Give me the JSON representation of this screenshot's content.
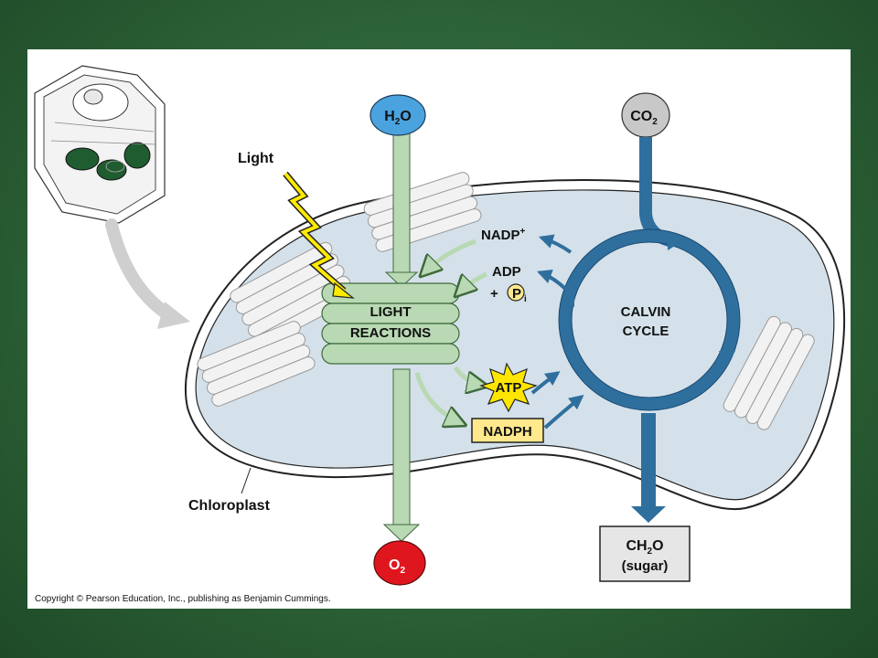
{
  "labels": {
    "light": "Light",
    "water": "H",
    "water_sub": "2",
    "water_end": "O",
    "co2": "CO",
    "co2_sub": "2",
    "nadp": "NADP",
    "nadp_sup": "+",
    "adp": "ADP",
    "pi_plus": "+",
    "pi_letter": "P",
    "pi_sub": "i",
    "light_reactions_1": "LIGHT",
    "light_reactions_2": "REACTIONS",
    "calvin_1": "CALVIN",
    "calvin_2": "CYCLE",
    "atp": "ATP",
    "nadph": "NADPH",
    "oxygen": "O",
    "oxygen_sub": "2",
    "sugar_1": "CH",
    "sugar_sub": "2",
    "sugar_end": "O",
    "sugar_2": "(sugar)",
    "chloroplast": "Chloroplast"
  },
  "copyright": "Copyright © Pearson Education, Inc., publishing as Benjamin Cummings.",
  "colors": {
    "background_green": "#2c6236",
    "stroma": "#d4e1ea",
    "green_arrow": "#b9d9b4",
    "blue_arrow": "#2f6f9e",
    "water_circle": "#4aa3df",
    "co2_circle": "#c8c8c8",
    "o2_circle": "#e0161e",
    "atp_star": "#ffe600",
    "nadph_box": "#ffe98c",
    "lightning": "#ffea00"
  }
}
